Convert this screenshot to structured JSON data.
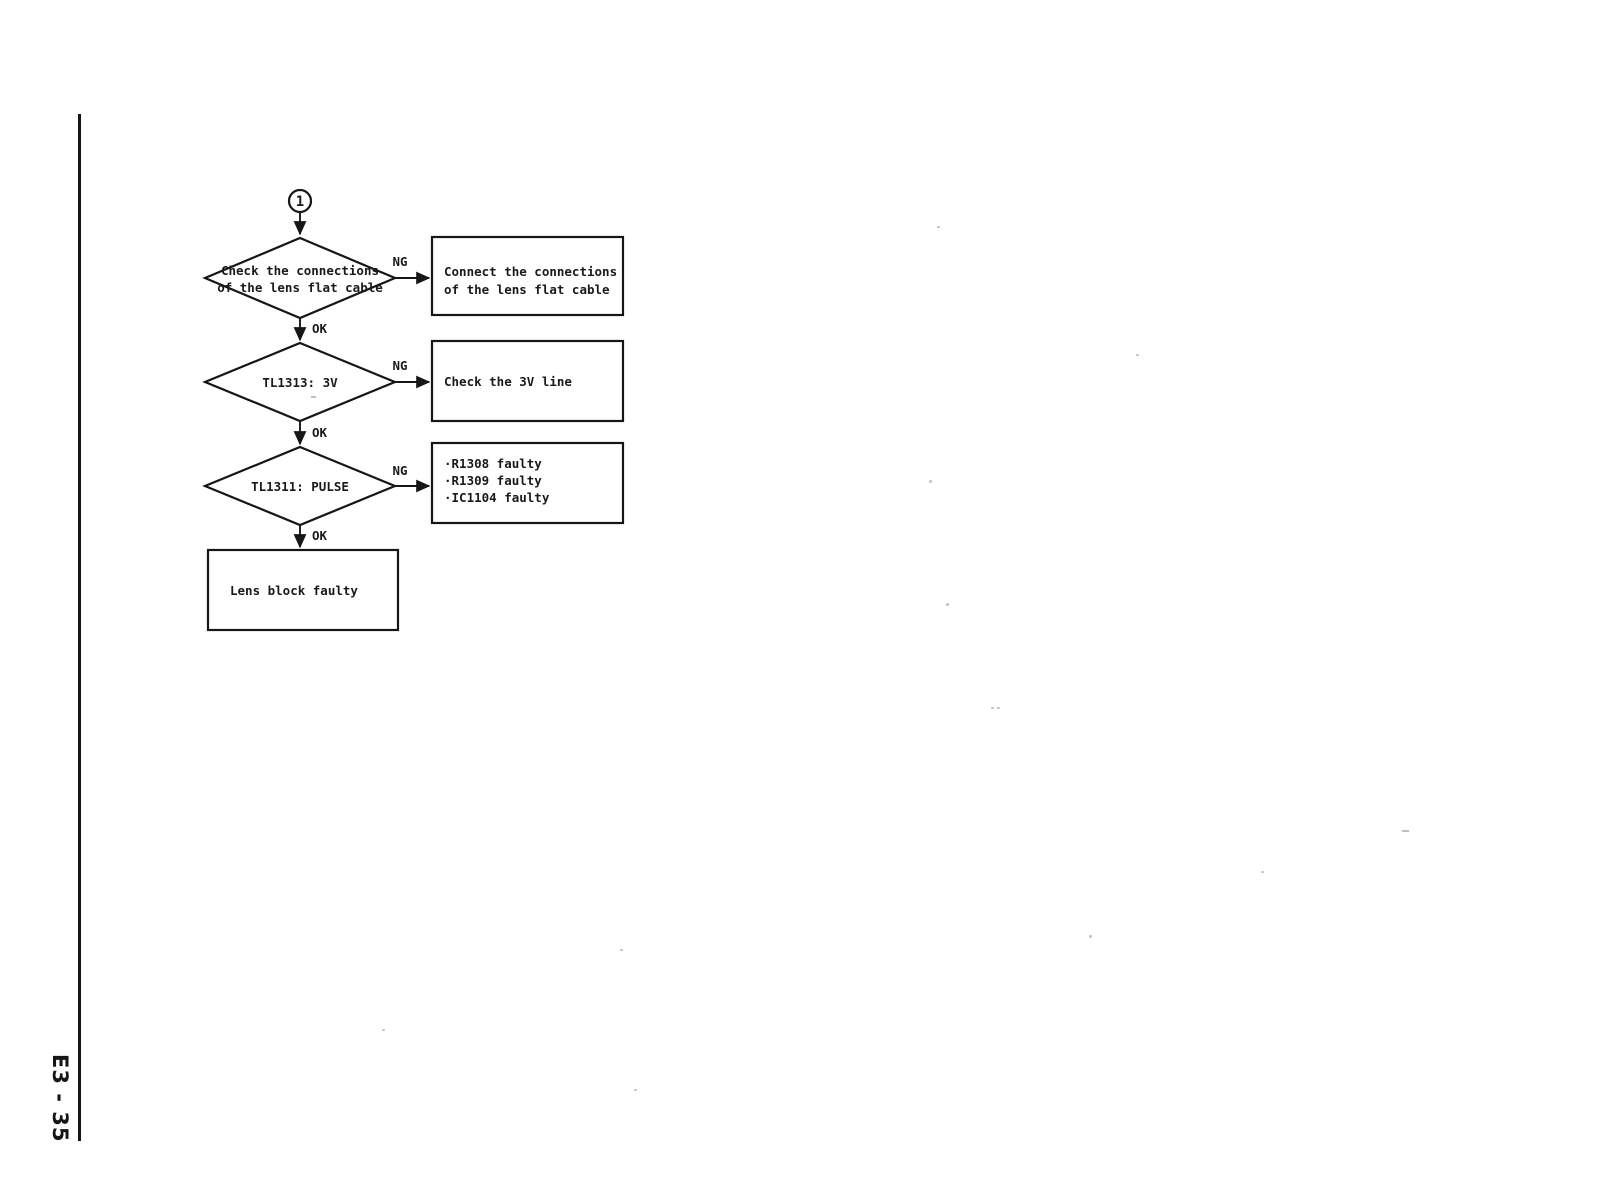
{
  "page": {
    "number_label": "E3 - 35"
  },
  "flowchart": {
    "connector": {
      "label": "1"
    },
    "steps": [
      {
        "decision": [
          "Check the connections",
          "of the lens flat cable"
        ],
        "ng_label": "NG",
        "ok_label": "OK",
        "ng_action": [
          "Connect the connections",
          "of the lens flat cable"
        ]
      },
      {
        "decision": [
          "TL1313: 3V"
        ],
        "ng_label": "NG",
        "ok_label": "OK",
        "ng_action": [
          "Check the 3V line"
        ]
      },
      {
        "decision": [
          "TL1311: PULSE"
        ],
        "ng_label": "NG",
        "ok_label": "OK",
        "ng_action": [
          "·R1308 faulty",
          "·R1309 faulty",
          "·IC1104 faulty"
        ]
      }
    ],
    "result": [
      "Lens block faulty"
    ]
  }
}
